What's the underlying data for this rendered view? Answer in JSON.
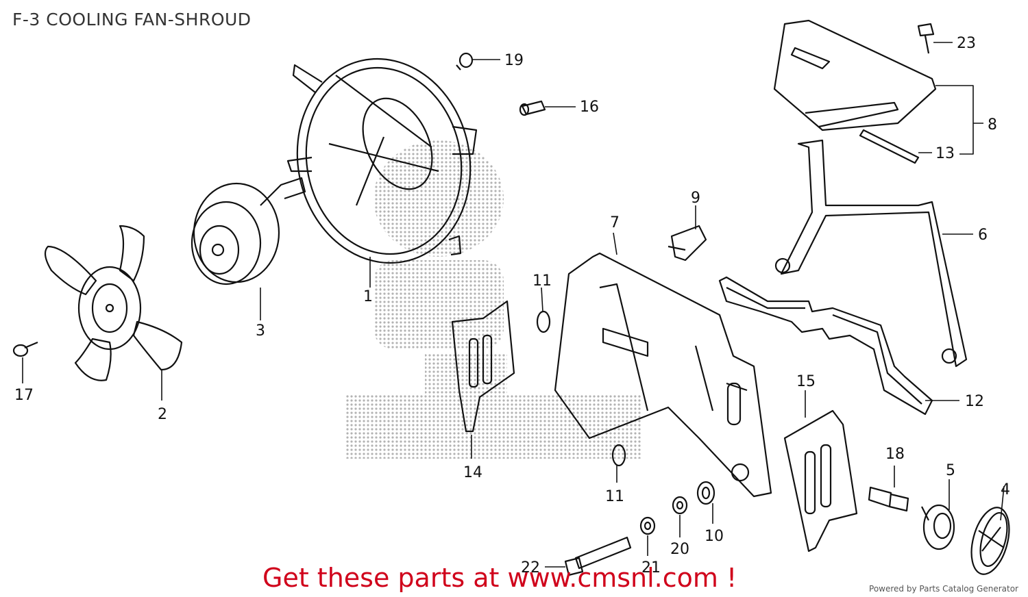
{
  "title": "F-3 COOLING FAN-SHROUD",
  "promo_text": "Get these parts at www.cmsnl.com !",
  "footer_text": "Powered by Parts Catalog Generator",
  "colors": {
    "promo": "#d0021b",
    "line": "#111111",
    "watermark": "#9a9a9a"
  },
  "callouts": [
    {
      "id": "1",
      "label": "1"
    },
    {
      "id": "2",
      "label": "2"
    },
    {
      "id": "3",
      "label": "3"
    },
    {
      "id": "4",
      "label": "4"
    },
    {
      "id": "5",
      "label": "5"
    },
    {
      "id": "6",
      "label": "6"
    },
    {
      "id": "7",
      "label": "7"
    },
    {
      "id": "8",
      "label": "8"
    },
    {
      "id": "9",
      "label": "9"
    },
    {
      "id": "10",
      "label": "10"
    },
    {
      "id": "11a",
      "label": "11"
    },
    {
      "id": "11b",
      "label": "11"
    },
    {
      "id": "12",
      "label": "12"
    },
    {
      "id": "13",
      "label": "13"
    },
    {
      "id": "14",
      "label": "14"
    },
    {
      "id": "15",
      "label": "15"
    },
    {
      "id": "16",
      "label": "16"
    },
    {
      "id": "17",
      "label": "17"
    },
    {
      "id": "18",
      "label": "18"
    },
    {
      "id": "19",
      "label": "19"
    },
    {
      "id": "20",
      "label": "20"
    },
    {
      "id": "21",
      "label": "21"
    },
    {
      "id": "22",
      "label": "22"
    },
    {
      "id": "23",
      "label": "23"
    }
  ]
}
